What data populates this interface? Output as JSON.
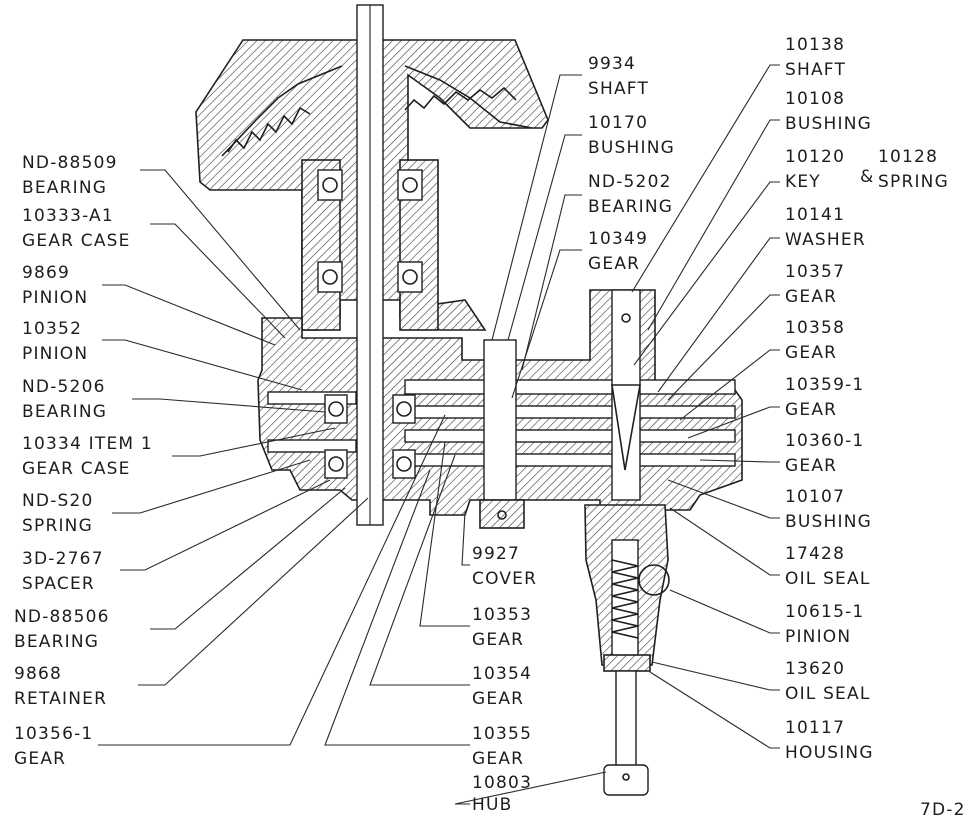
{
  "labels": {
    "l_88509": [
      "ND-88509",
      "BEARING"
    ],
    "l_10333": [
      "10333-A1",
      "GEAR CASE"
    ],
    "l_9869": [
      "9869",
      "PINION"
    ],
    "l_10352": [
      "10352",
      "PINION"
    ],
    "l_5206": [
      "ND-5206",
      "BEARING"
    ],
    "l_10334": [
      "10334 ITEM 1",
      "GEAR CASE"
    ],
    "l_s20": [
      "ND-S20",
      "SPRING"
    ],
    "l_2767": [
      "3D-2767",
      "SPACER"
    ],
    "l_88506": [
      "ND-88506",
      "BEARING"
    ],
    "l_9868": [
      "9868",
      "RETAINER"
    ],
    "l_10356": [
      "10356-1",
      "GEAR"
    ],
    "l_9934": [
      "9934",
      "SHAFT"
    ],
    "l_10170": [
      "10170",
      "BUSHING"
    ],
    "l_5202": [
      "ND-5202",
      "BEARING"
    ],
    "l_10349": [
      "10349",
      "GEAR"
    ],
    "l_9927": [
      "9927",
      "COVER"
    ],
    "l_10353": [
      "10353",
      "GEAR"
    ],
    "l_10354": [
      "10354",
      "GEAR"
    ],
    "l_10355": [
      "10355",
      "GEAR"
    ],
    "l_10803": [
      "10803",
      "HUB"
    ],
    "l_10138": [
      "10138",
      "SHAFT"
    ],
    "l_10108": [
      "10108",
      "BUSHING"
    ],
    "l_10120": [
      "10120",
      "KEY"
    ],
    "l_10128": [
      "10128",
      "SPRING"
    ],
    "l_10141": [
      "10141",
      "WASHER"
    ],
    "l_10357": [
      "10357",
      "GEAR"
    ],
    "l_10358": [
      "10358",
      "GEAR"
    ],
    "l_10359": [
      "10359-1",
      "GEAR"
    ],
    "l_10360": [
      "10360-1",
      "GEAR"
    ],
    "l_10107": [
      "10107",
      "BUSHING"
    ],
    "l_17428": [
      "17428",
      "OIL SEAL"
    ],
    "l_10615": [
      "10615-1",
      "PINION"
    ],
    "l_13620": [
      "13620",
      "OIL SEAL"
    ],
    "l_10117": [
      "10117",
      "HOUSING"
    ]
  },
  "ampersand": "&",
  "drawing_number": "7D-2"
}
